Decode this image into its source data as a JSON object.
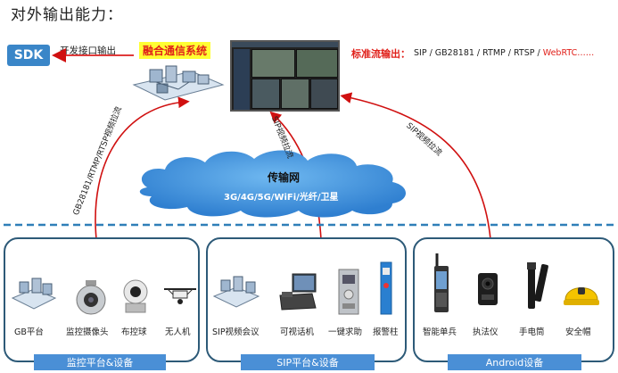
{
  "title": "对外输出能力：",
  "sdk": {
    "box": "SDK",
    "label": "开发接口输出"
  },
  "fusion": {
    "label": "融合通信系统"
  },
  "standard": {
    "label": "标准流输出",
    "sep": "：",
    "protocols": "SIP / GB28181 / RTMP / RTSP / ",
    "webrtc": "WebRTC……"
  },
  "edges": {
    "left": "GB28181/RTMP/RTSP视频拉流",
    "middle": "SIP视频拉流",
    "right": "SIP视频拉流"
  },
  "network": {
    "title": "传输网",
    "subtitle": "3G/4G/5G/WiFi/光纤/卫星"
  },
  "panels": [
    {
      "title": "监控平台&设备",
      "devices": [
        "GB平台",
        "监控摄像头",
        "布控球",
        "无人机"
      ]
    },
    {
      "title": "SIP平台&设备",
      "devices": [
        "SIP视频会议",
        "可视话机",
        "一键求助",
        "报警柱"
      ]
    },
    {
      "title": "Android设备",
      "devices": [
        "智能单兵",
        "执法仪",
        "手电筒",
        "安全帽"
      ]
    }
  ],
  "colors": {
    "accent_red": "#e0201a",
    "panel_border": "#2d5a78",
    "panel_title_bg": "#4a8fd6",
    "sdk_bg": "#3a86c8",
    "cloud": "#4a9be0",
    "dashed_line": "#2f7fb8",
    "highlight": "#ffff33"
  }
}
